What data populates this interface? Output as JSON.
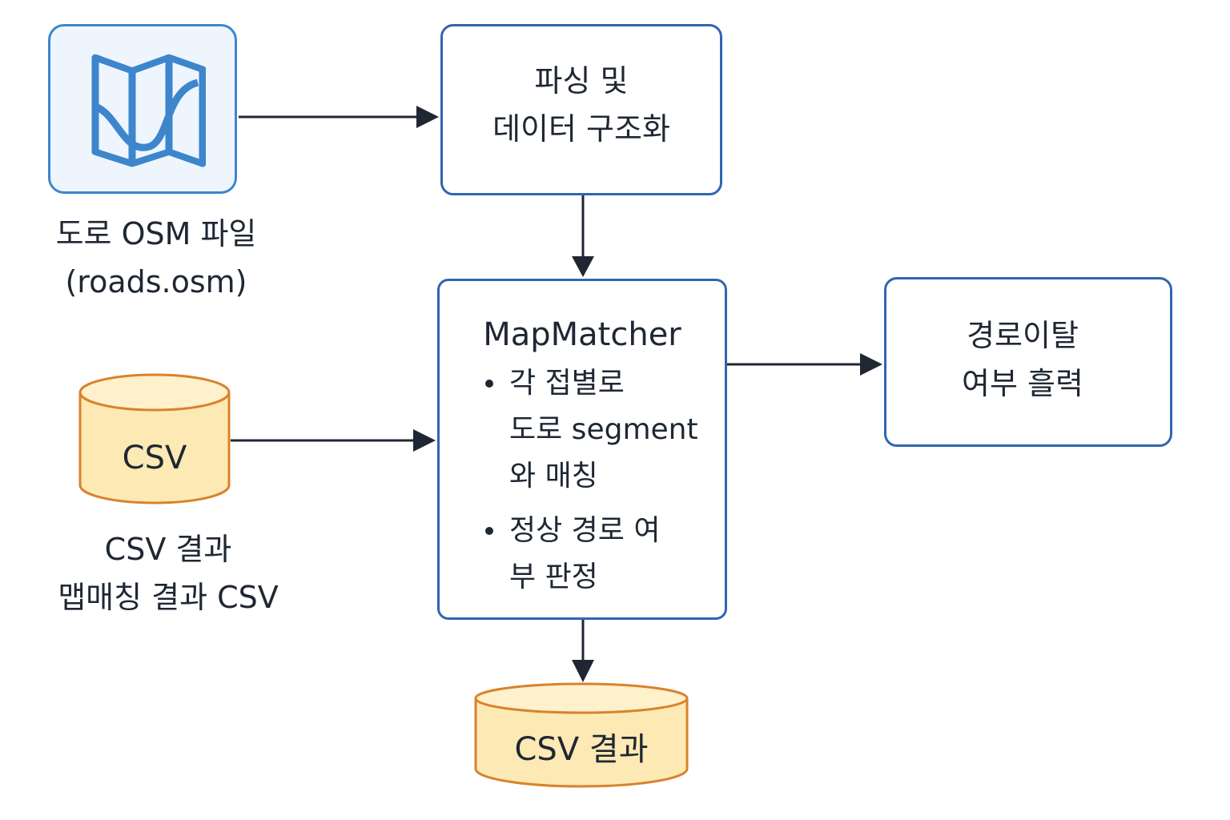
{
  "osm_file": {
    "icon": "map-icon",
    "label_line1": "도로 OSM 파일",
    "label_line2": "(roads.osm)"
  },
  "parse_step": {
    "line1": "파싱 및",
    "line2": "데이터 구조화"
  },
  "csv_input": {
    "icon_label": "CSV",
    "label_line1": "CSV 결과",
    "label_line2": "맵매칭 결과 CSV"
  },
  "map_matcher": {
    "title": "MapMatcher",
    "bullets": [
      {
        "lines": [
          "각 접별로",
          "도로 segment",
          "와 매칭"
        ]
      },
      {
        "lines": [
          "정상 경로 여",
          "부 판정"
        ]
      }
    ]
  },
  "route_output": {
    "line1": "경로이탈",
    "line2": "여부 흘력"
  },
  "csv_output": {
    "label": "CSV 결과"
  },
  "colors": {
    "box_border": "#2f66b0",
    "icon_blue": "#3d86cc",
    "cylinder_fill": "#fde9b3",
    "cylinder_border": "#d9822b",
    "arrow": "#1f2733"
  }
}
